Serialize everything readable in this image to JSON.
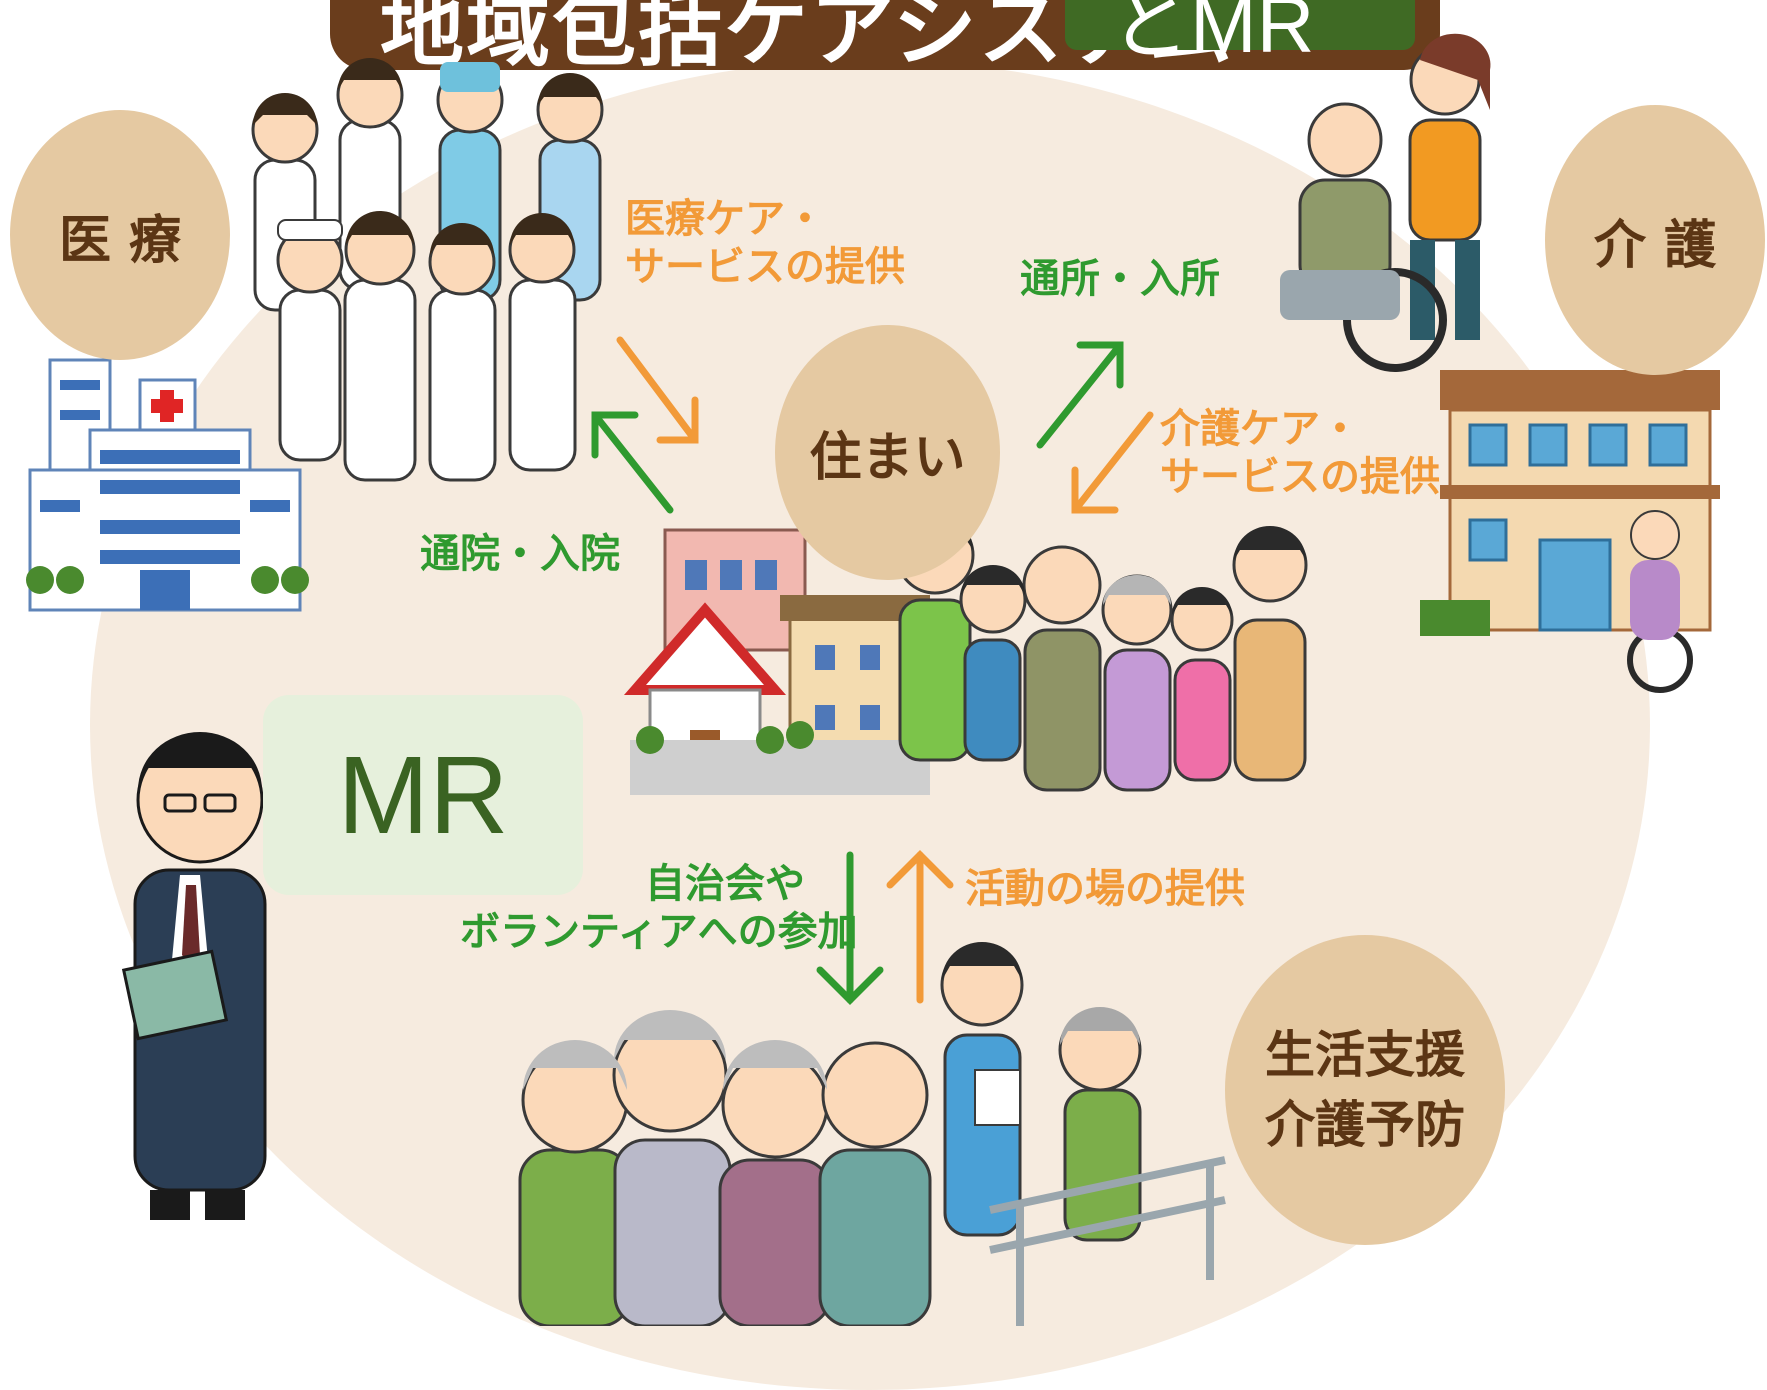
{
  "title": {
    "main": "地域包括ケアシステム",
    "suffix": "とMR"
  },
  "nodes": {
    "medical": "医 療",
    "care": "介 護",
    "home": "住まい",
    "life_support_line1": "生活支援",
    "life_support_line2": "介護予防"
  },
  "flows": {
    "medical_care_line1": "医療ケア・",
    "medical_care_line2": "サービスの提供",
    "hospital_visit": "通院・入院",
    "day_service": "通所・入所",
    "nursing_care_line1": "介護ケア・",
    "nursing_care_line2": "サービスの提供",
    "community_line1": "自治会や",
    "community_line2": "ボランティアへの参加",
    "activity_place": "活動の場の提供"
  },
  "mr_label": "MR",
  "colors": {
    "brown": "#6a3d1c",
    "node_fill": "#e5c9a2",
    "background": "#f6ebdf",
    "orange_arrow": "#f29a38",
    "green_arrow": "#2f9a2f",
    "mr_box": "#e6f0dc",
    "mr_text": "#3a6322"
  },
  "illustrations": [
    "medical-staff-group",
    "hospital-building",
    "wheelchair-elder-with-caregiver",
    "care-facility-building",
    "houses",
    "family-group",
    "elderly-group",
    "volunteer-leader",
    "walking-elder-with-rail",
    "mr-businessman"
  ]
}
